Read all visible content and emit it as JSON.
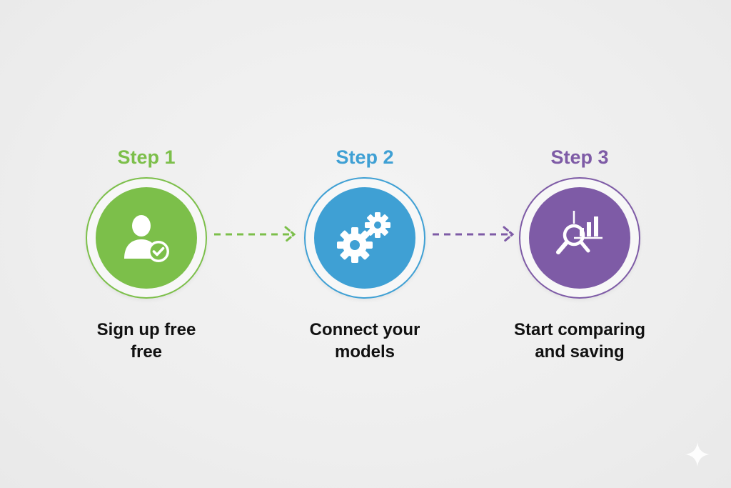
{
  "colors": {
    "step1": "#7cbf4a",
    "step2": "#3fa0d4",
    "step3": "#7e5ba6",
    "text": "#111111",
    "background": "#efefef"
  },
  "steps": [
    {
      "title": "Step 1",
      "icon": "user-check-icon",
      "label_line1": "Sign up free",
      "label_line2": "free"
    },
    {
      "title": "Step 2",
      "icon": "gears-icon",
      "label_line1": "Connect your",
      "label_line2": "models"
    },
    {
      "title": "Step 3",
      "icon": "chart-magnifier-icon",
      "label_line1": "Start comparing",
      "label_line2": "and saving"
    }
  ],
  "connectors": [
    {
      "from": 1,
      "to": 2,
      "style": "dashed-arrow",
      "icon": "dashed-arrow-icon"
    },
    {
      "from": 2,
      "to": 3,
      "style": "dashed-arrow",
      "icon": "dashed-arrow-icon"
    }
  ],
  "watermark": {
    "icon": "sparkle-icon"
  }
}
